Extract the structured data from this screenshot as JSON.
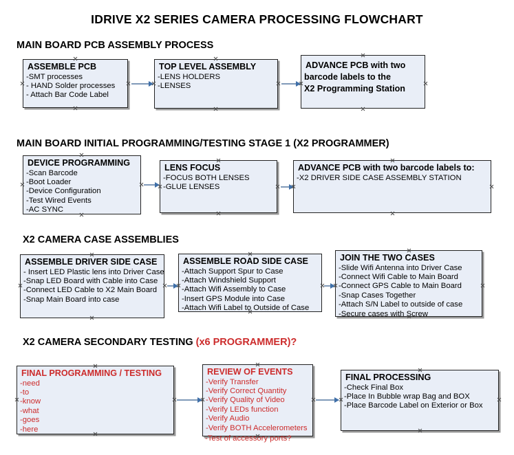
{
  "document": {
    "title": "IDRIVE X2  SERIES CAMERA PROCESSING FLOWCHART"
  },
  "sections": [
    {
      "id": "main-board-pcb-assembly",
      "heading": "MAIN BOARD PCB ASSEMBLY PROCESS",
      "heading_accent": "",
      "boxes": [
        {
          "id": "assemble-pcb",
          "title": "ASSEMBLE PCB",
          "lines": [
            "-SMT processes",
            "- HAND Solder processes",
            "- Attach Bar Code Label"
          ]
        },
        {
          "id": "top-level-assembly",
          "title": "TOP LEVEL ASSEMBLY",
          "lines": [
            "-LENS HOLDERS",
            "-LENSES"
          ]
        },
        {
          "id": "advance-pcb-to-x2-programming-station",
          "title": "ADVANCE PCB with two",
          "lines": [
            "barcode labels to the",
            " X2 Programming Station"
          ]
        }
      ]
    },
    {
      "id": "main-board-initial-programming",
      "heading": "MAIN BOARD INITIAL PROGRAMMING/TESTING STAGE 1 (X2 PROGRAMMER)",
      "heading_accent": "",
      "boxes": [
        {
          "id": "device-programming",
          "title": "DEVICE PROGRAMMING",
          "lines": [
            "-Scan Barcode",
            "-Boot Loader",
            "-Device Configuration",
            "-Test Wired Events",
            "-AC SYNC"
          ]
        },
        {
          "id": "lens-focus",
          "title": "LENS FOCUS",
          "lines": [
            "-FOCUS BOTH LENSES",
            "-GLUE LENSES"
          ]
        },
        {
          "id": "advance-pcb-to-driver-side-case",
          "title": "ADVANCE PCB with two barcode labels to:",
          "lines": [
            "-X2 DRIVER  SIDE  CASE  ASSEMBLY STATION"
          ]
        }
      ]
    },
    {
      "id": "x2-camera-case-assemblies",
      "heading": "X2 CAMERA CASE ASSEMBLIES",
      "heading_accent": "",
      "boxes": [
        {
          "id": "assemble-driver-side-case",
          "title": "ASSEMBLE DRIVER SIDE CASE",
          "lines": [
            "- Insert LED Plastic lens into Driver Case",
            "-Snap LED Board with Cable into Case",
            "-Connect LED Cable to X2 Main Board",
            "-Snap Main Board into case"
          ]
        },
        {
          "id": "assemble-road-side-case",
          "title": "ASSEMBLE ROAD SIDE CASE",
          "lines": [
            "-Attach Support Spur to Case",
            "-Attach Windshield Support",
            "-Attach Wifi Assembly to Case",
            "-Insert GPS Module into Case",
            "-Attach Wifi Label to Outside of Case"
          ]
        },
        {
          "id": "join-the-two-cases",
          "title": "JOIN THE TWO CASES",
          "lines": [
            "-Slide Wifi Antenna into Driver Case",
            "-Connect Wifi Cable to Main Board",
            "-Connect GPS Cable to Main Board",
            "-Snap Cases Together",
            "-Attach S/N Label to outside of case",
            "-Secure cases with Screw"
          ]
        }
      ]
    },
    {
      "id": "x2-camera-secondary-testing",
      "heading": "X2 CAMERA SECONDARY TESTING ",
      "heading_accent": "(x6 PROGRAMMER)?",
      "boxes": [
        {
          "id": "final-programming-testing",
          "title": "FINAL PROGRAMMING / TESTING",
          "lines": [
            "-need",
            "-to",
            "-know",
            "-what",
            "-goes",
            "-here"
          ]
        },
        {
          "id": "review-of-events",
          "title": "REVIEW OF EVENTS",
          "lines": [
            "-Verify Transfer",
            "-Verify Correct Quantity",
            "-Verify Quality of Video",
            "-Verify LEDs function",
            "-Verify Audio",
            "-Verify BOTH Accelerometers"
          ],
          "overflow_line": "-Test of accessory ports?"
        },
        {
          "id": "final-processing",
          "title": "FINAL PROCESSING",
          "lines": [
            " -Check Final Box",
            "-Place In Bubble wrap Bag and BOX",
            "-Place Barcode Label on Exterior or Box"
          ]
        }
      ]
    }
  ],
  "colors": {
    "box_fill": "#e9eef7",
    "box_border": "#222222",
    "shadow": "#9a9a9a",
    "arrow": "#7f99b8",
    "arrow_head": "#3f6fa8",
    "text": "#000000",
    "accent_red": "#cc2b2b"
  }
}
